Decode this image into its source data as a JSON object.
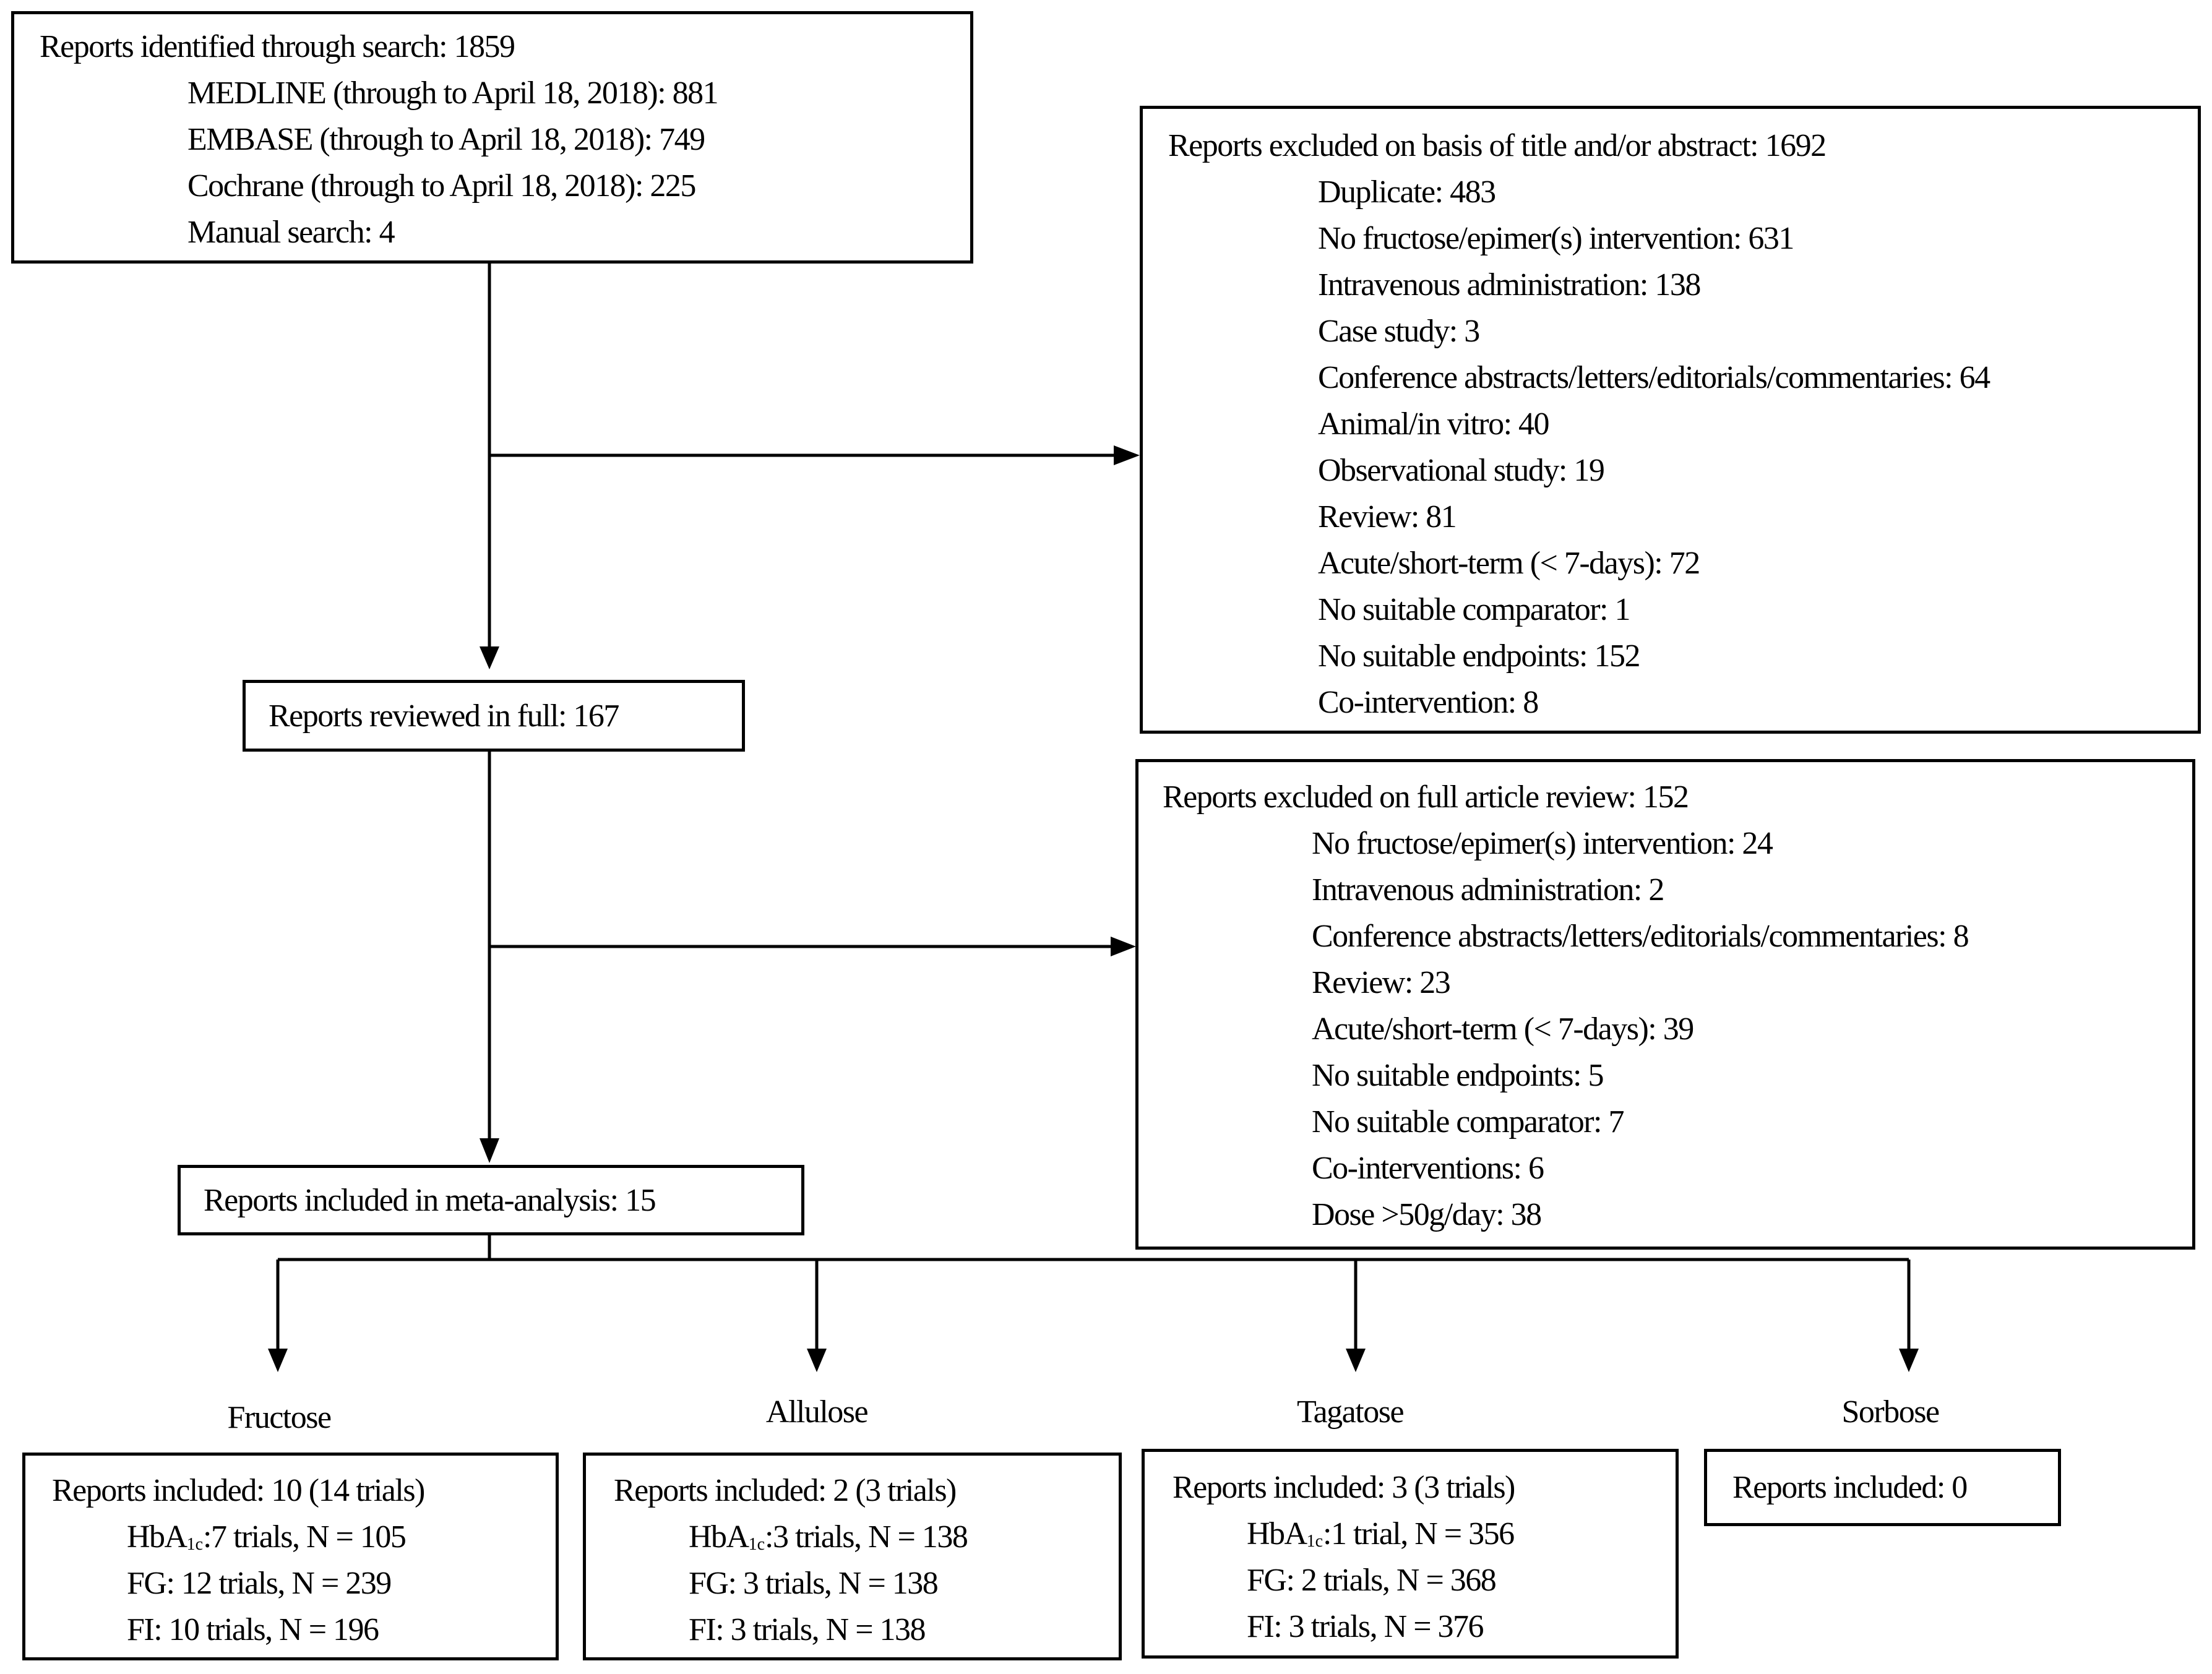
{
  "identification": {
    "title": "Reports identified through search: 1859",
    "items": [
      "MEDLINE (through to April 18, 2018): 881",
      "EMBASE (through to April 18, 2018): 749",
      "Cochrane (through to April 18, 2018): 225",
      "Manual search: 4"
    ]
  },
  "exclusion_screen": {
    "title": "Reports excluded on basis of title and/or abstract: 1692",
    "items": [
      "Duplicate: 483",
      "No fructose/epimer(s) intervention: 631",
      "Intravenous administration: 138",
      "Case study: 3",
      "Conference abstracts/letters/editorials/commentaries:  64",
      "Animal/in vitro: 40",
      "Observational study: 19",
      "Review: 81",
      "Acute/short-term (< 7-days): 72",
      "No suitable comparator: 1",
      "No suitable endpoints: 152",
      "Co-intervention: 8"
    ]
  },
  "reviewed": {
    "label": "Reports reviewed in full: 167"
  },
  "exclusion_full": {
    "title": "Reports excluded on full article review: 152",
    "items": [
      "No fructose/epimer(s) intervention: 24",
      "Intravenous administration: 2",
      "Conference abstracts/letters/editorials/commentaries:  8",
      "Review: 23",
      "Acute/short-term (< 7-days): 39",
      "No suitable endpoints: 5",
      "No suitable comparator: 7",
      "Co-interventions: 6",
      "Dose >50g/day: 38"
    ]
  },
  "included": {
    "label": "Reports included in meta-analysis: 15"
  },
  "groups": [
    {
      "name": "Fructose",
      "reports": "Reports included:  10 (14 trials)",
      "hba_prefix": "HbA",
      "hba_sub": "1c",
      "hba": ":7 trials,  N = 105",
      "fg": "FG: 12 trials, N = 239",
      "fi": "FI: 10 trials, N = 196"
    },
    {
      "name": "Allulose",
      "reports": "Reports included: 2 (3 trials)",
      "hba_prefix": "HbA",
      "hba_sub": "1c",
      "hba": ":3 trials, N = 138",
      "fg": "FG: 3 trials, N = 138",
      "fi": "FI: 3 trials, N = 138"
    },
    {
      "name": "Tagatose",
      "reports": "Reports included: 3 (3 trials)",
      "hba_prefix": "HbA",
      "hba_sub": "1c",
      "hba": ":1 trial,  N = 356",
      "fg": "FG: 2 trials, N = 368",
      "fi": "FI: 3 trials, N = 376"
    },
    {
      "name": "Sorbose",
      "reports": "Reports included:  0"
    }
  ]
}
